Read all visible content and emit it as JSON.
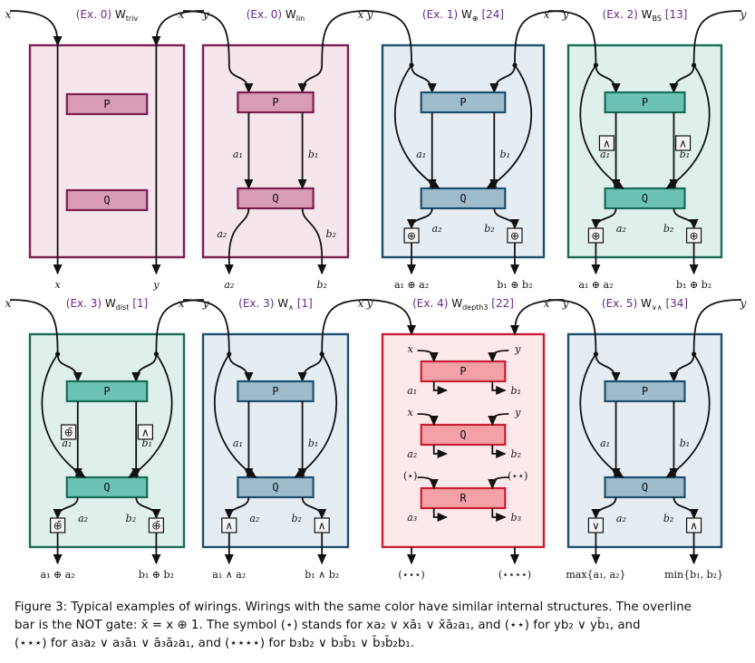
{
  "colors": {
    "magenta": {
      "stroke": "#7a1e4f",
      "fill": "#f5e6eb",
      "box": "#d89cb4"
    },
    "blue": {
      "stroke": "#1d4f6e",
      "fill": "#e6edf2",
      "box": "#9ebccb"
    },
    "teal": {
      "stroke": "#1a6b57",
      "fill": "#dff0ec",
      "box": "#6cc3b4"
    },
    "red": {
      "stroke": "#c81e34",
      "fill": "#fde9ea",
      "box": "#f3a1a6"
    },
    "label": "#6a2b8a"
  },
  "panels": [
    {
      "id": "triv",
      "color": "magenta",
      "ex": "(Ex. 0)",
      "name": "W",
      "sub": "triv",
      "cite": "",
      "in_left": "x",
      "in_right": "y",
      "boxes": [
        "P",
        "Q"
      ],
      "out_left": "x",
      "out_right": "y"
    },
    {
      "id": "lin",
      "color": "magenta",
      "ex": "(Ex. 0)",
      "name": "W",
      "sub": "lin",
      "cite": "",
      "in_left": "x",
      "in_right": "y",
      "boxes": [
        "P",
        "Q"
      ],
      "wire_left_mid": "a₁",
      "wire_right_mid": "b₁",
      "wire_left_low": "a₂",
      "wire_right_low": "b₂",
      "out_left": "a₂",
      "out_right": "b₂"
    },
    {
      "id": "xor",
      "color": "blue",
      "ex": "(Ex. 1)",
      "name": "W",
      "sub": "⊕",
      "cite": "[24]",
      "in_left": "x",
      "in_right": "y",
      "boxes": [
        "P",
        "Q"
      ],
      "wire_left_mid": "a₁",
      "wire_right_mid": "b₁",
      "wire_left_low": "a₂",
      "wire_right_low": "b₂",
      "gate_left": "⊕",
      "gate_right": "⊕",
      "out_left": "a₁ ⊕ a₂",
      "out_right": "b₁ ⊕ b₂"
    },
    {
      "id": "bs",
      "color": "teal",
      "ex": "(Ex. 2)",
      "name": "W",
      "sub": "BS",
      "cite": "[13]",
      "in_left": "x",
      "in_right": "y",
      "boxes": [
        "P",
        "Q"
      ],
      "wire_left_mid": "a₁",
      "wire_right_mid": "b₁",
      "wire_left_low": "a₂",
      "wire_right_low": "b₂",
      "mid_gate_left": "∧",
      "mid_gate_right": "∧",
      "gate_left": "⊕",
      "gate_right": "⊕",
      "out_left": "a₁ ⊕ a₂",
      "out_right": "b₁ ⊕ b₂"
    },
    {
      "id": "dist",
      "color": "teal",
      "ex": "(Ex. 3)",
      "name": "W",
      "sub": "dist",
      "cite": "[1]",
      "in_left": "x",
      "in_right": "y",
      "boxes": [
        "P",
        "Q"
      ],
      "wire_left_mid": "a₁",
      "wire_right_mid": "b₁",
      "wire_left_low": "a₂",
      "wire_right_low": "b₂",
      "mid_gate_left": "⊕̄",
      "mid_gate_right": "∧",
      "gate_left": "⊕̄",
      "gate_right": "⊕̄",
      "out_left": "a₁ ⊕ a₂",
      "out_right": "b₁ ⊕ b₂"
    },
    {
      "id": "and",
      "color": "blue",
      "ex": "(Ex. 3)",
      "name": "W",
      "sub": "∧",
      "cite": "[1]",
      "in_left": "x",
      "in_right": "y",
      "boxes": [
        "P",
        "Q"
      ],
      "wire_left_mid": "a₁",
      "wire_right_mid": "b₁",
      "wire_left_low": "a₂",
      "wire_right_low": "b₂",
      "gate_left": "∧",
      "gate_right": "∧",
      "out_left": "a₁ ∧ a₂",
      "out_right": "b₁ ∧ b₂"
    },
    {
      "id": "depth3",
      "color": "red",
      "ex": "(Ex. 4)",
      "name": "W",
      "sub": "depth3",
      "cite": "[22]",
      "in_left": "x",
      "in_right": "y",
      "boxes": [
        "P",
        "Q",
        "R"
      ],
      "stage_inputs": [
        [
          "x",
          "y"
        ],
        [
          "x",
          "y"
        ],
        [
          "(⋆)",
          "(⋆⋆)"
        ]
      ],
      "stage_outputs": [
        [
          "a₁",
          "b₁"
        ],
        [
          "a₂",
          "b₂"
        ],
        [
          "a₃",
          "b₃"
        ]
      ],
      "out_left": "(⋆⋆⋆)",
      "out_right": "(⋆⋆⋆⋆)"
    },
    {
      "id": "vand",
      "color": "blue",
      "ex": "(Ex. 5)",
      "name": "W",
      "sub": "∨∧",
      "cite": "[34]",
      "in_left": "x",
      "in_right": "y",
      "boxes": [
        "P",
        "Q"
      ],
      "wire_left_mid": "a₁",
      "wire_right_mid": "b₁",
      "wire_left_low": "a₂",
      "wire_right_low": "b₂",
      "gate_left": "∨",
      "gate_right": "∧",
      "out_left": "max{a₁, a₂}",
      "out_right": "min{b₁, b₂}"
    }
  ],
  "caption": {
    "line1": "Figure 3: Typical examples of wirings. Wirings with the same color have similar internal structures. The overline",
    "line2": "bar is the NOT gate: x̄ = x ⊕ 1. The symbol (⋆) stands for xa₂ ∨ xā₁ ∨ x̄ā₂a₁, and (⋆⋆) for yb₂ ∨ yb̄₁, and",
    "line3": "(⋆⋆⋆) for a₃a₂ ∨ a₃ā₁ ∨ ā₃ā₂a₁, and (⋆⋆⋆⋆) for b₃b₂ ∨ b₃b̄₁ ∨ b̄₃b̄₂b₁."
  }
}
